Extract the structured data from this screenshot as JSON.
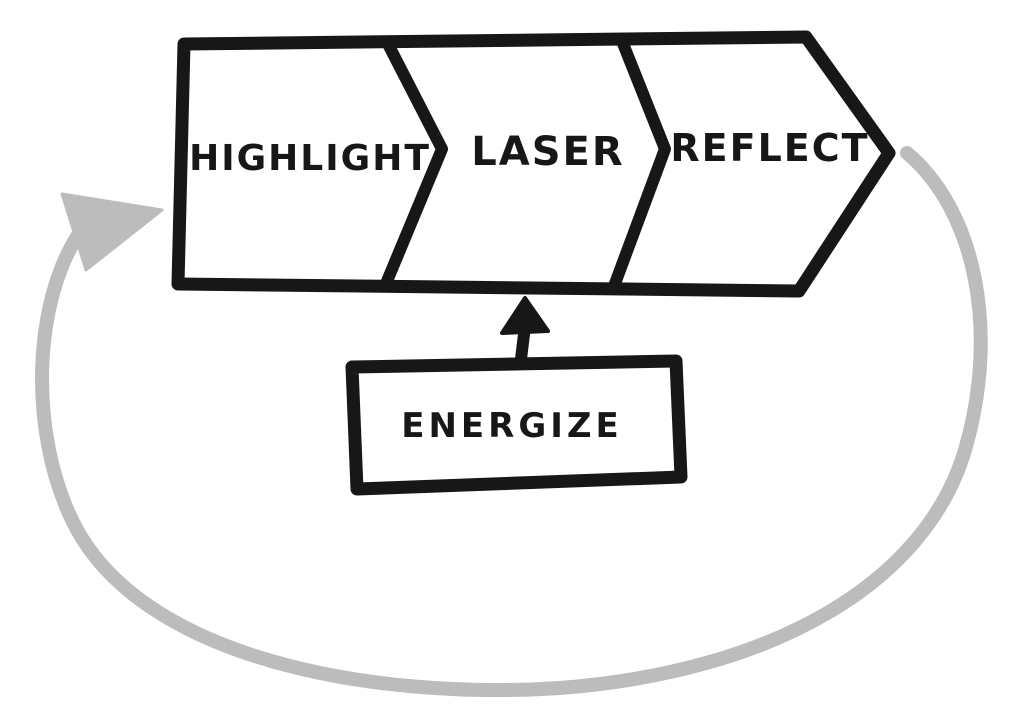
{
  "diagram": {
    "banner_steps": [
      {
        "label": "HIGHLIGHT"
      },
      {
        "label": "LASER"
      },
      {
        "label": "REFLECT"
      }
    ],
    "energize_label": "ENERGIZE",
    "icons": {
      "cycle_arrow": "gray loop-back arrow from REFLECT around to HIGHLIGHT",
      "up_arrow": "black arrow from ENERGIZE box up into banner"
    },
    "colors": {
      "ink": "#171717",
      "loop_gray": "#bcbcbc",
      "background": "#ffffff"
    }
  }
}
